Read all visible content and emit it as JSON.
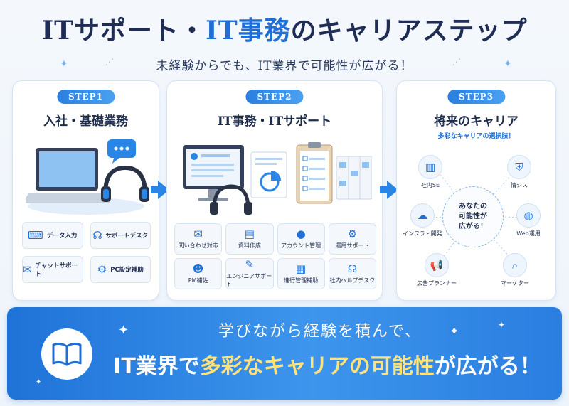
{
  "header": {
    "title_a": "ITサポート・",
    "title_b": "IT事務",
    "title_c": "のキャリアステップ",
    "subtitle": "未経験からでも、IT業界で可能性が広がる！"
  },
  "step1": {
    "pill": "STEP1",
    "title": "入社・基礎業務",
    "tiles": [
      {
        "label": "データ入力",
        "icon": "keyboard-icon"
      },
      {
        "label": "サポートデスク",
        "icon": "headset-icon"
      },
      {
        "label": "チャットサポート",
        "icon": "chat-icon"
      },
      {
        "label": "PC設定補助",
        "icon": "gear-icon"
      }
    ]
  },
  "step2": {
    "pill": "STEP2",
    "title": "IT事務・ITサポート",
    "tiles": [
      {
        "label": "問い合わせ対応",
        "icon": "chat-icon"
      },
      {
        "label": "資料作成",
        "icon": "document-icon"
      },
      {
        "label": "アカウント管理",
        "icon": "user-icon"
      },
      {
        "label": "運用サポート",
        "icon": "gear-icon"
      },
      {
        "label": "PM補佐",
        "icon": "team-icon"
      },
      {
        "label": "エンジニアサポート",
        "icon": "wrench-icon"
      },
      {
        "label": "進行管理補助",
        "icon": "calendar-icon"
      },
      {
        "label": "社内ヘルプデスク",
        "icon": "headset-icon"
      }
    ]
  },
  "step3": {
    "pill": "STEP3",
    "title": "将来のキャリア",
    "sub": "多彩なキャリアの選択肢！",
    "center_l1": "あなたの",
    "center_l2": "可能性が",
    "center_l3": "広がる！",
    "nodes": [
      {
        "label": "社内SE",
        "icon": "monitor-chart-icon"
      },
      {
        "label": "情シス",
        "icon": "shield-icon"
      },
      {
        "label": "インフラ・開発",
        "icon": "cloud-server-icon"
      },
      {
        "label": "Web運用",
        "icon": "globe-icon"
      },
      {
        "label": "広告プランナー",
        "icon": "megaphone-icon"
      },
      {
        "label": "マーケター",
        "icon": "chart-search-icon"
      }
    ]
  },
  "banner": {
    "line1": "学びながら経験を積んで、",
    "line2_a": "IT業界で",
    "line2_b": "多彩なキャリアの",
    "line2_c": "可能性",
    "line2_d": "が広がる！"
  },
  "colors": {
    "accent": "#1f6fd6",
    "highlight": "#ffe27a",
    "arrow": "#2a86e6"
  }
}
